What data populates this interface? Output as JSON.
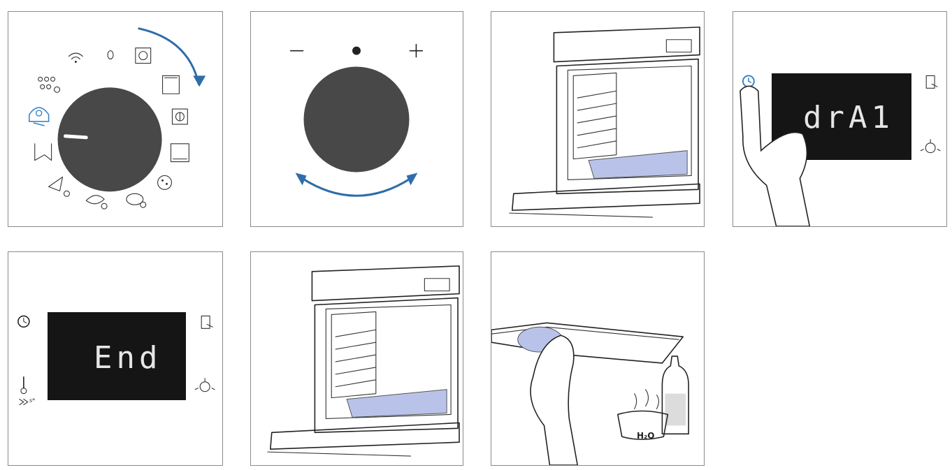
{
  "panels": {
    "p4": {
      "display_text": "drA1"
    },
    "p5": {
      "display_text": "End",
      "temp_unit": "s*"
    },
    "p7": {
      "bowl_label": "H₂O"
    }
  },
  "colors": {
    "accent_blue": "#2e6da8",
    "icon_blue": "#3a86c8",
    "knob": "#484848",
    "display": "#151515",
    "tray_fill": "#b9c3ea"
  }
}
